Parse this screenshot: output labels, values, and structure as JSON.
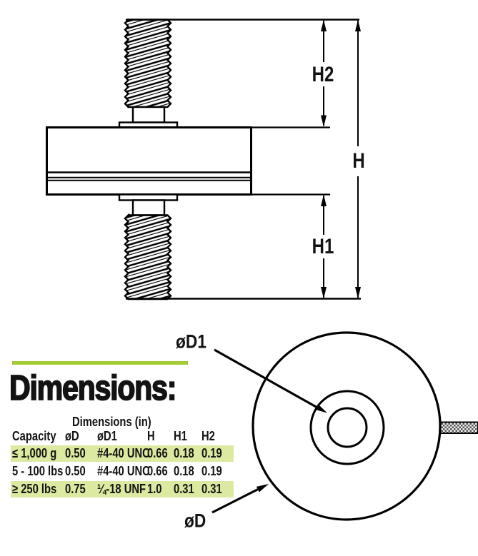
{
  "side_view": {
    "h2_label": "H2",
    "h_label": "H",
    "h1_label": "H1"
  },
  "top_view": {
    "d1_label": "øD1",
    "d_label": "øD"
  },
  "dimensions_section": {
    "heading": "Dimensions:"
  },
  "table": {
    "group_header": "Dimensions (in)",
    "columns": [
      "Capacity",
      "øD",
      "øD1",
      "H",
      "H1",
      "H2"
    ],
    "rows": [
      {
        "cells": [
          "≤ 1,000 g",
          "0.50",
          "#4-40 UNC",
          "0.66",
          "0.18",
          "0.19"
        ]
      },
      {
        "cells": [
          "5 - 100 lbs",
          "0.50",
          "#4-40 UNC",
          "0.66",
          "0.18",
          "0.19"
        ]
      },
      {
        "cells": [
          "≥ 250 lbs",
          "0.75",
          "¼-18 UNF",
          "1.0",
          "0.31",
          "0.31"
        ]
      }
    ]
  },
  "colors": {
    "accent_green": "#a3cc33",
    "row_highlight": "#dce9a0",
    "ink": "#131313"
  }
}
